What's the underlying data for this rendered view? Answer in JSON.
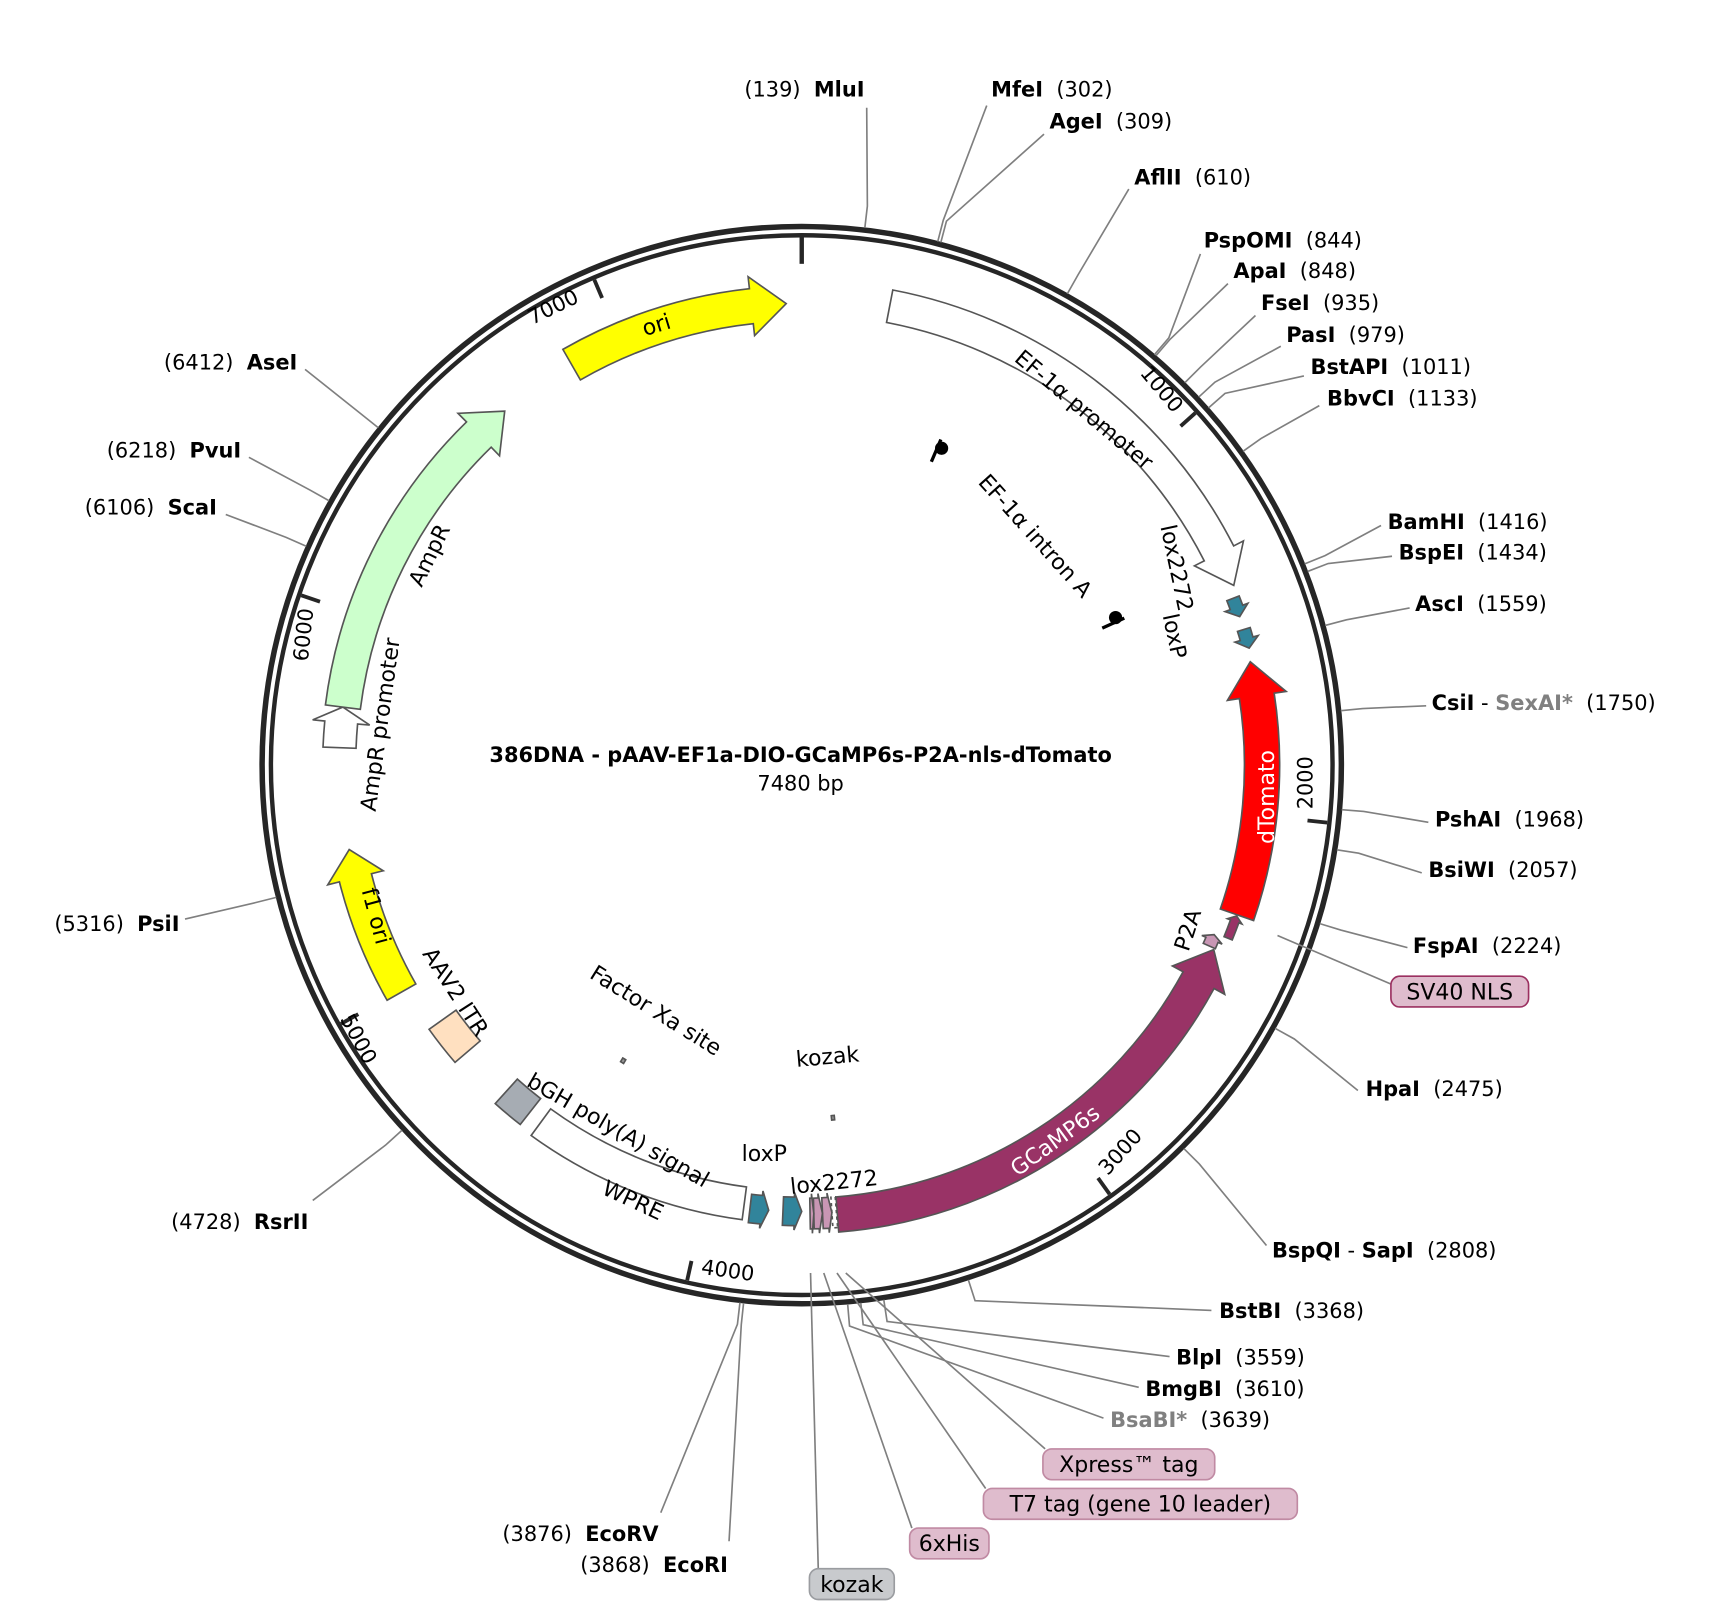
{
  "map": {
    "title": "386DNA - pAAV-EF1a-DIO-GCaMP6s-P2A-nls-dTomato",
    "length_label": "7480 bp",
    "length_bp": 7480
  },
  "ticks": [
    {
      "bp": 1000,
      "label": "1000"
    },
    {
      "bp": 2000,
      "label": "2000"
    },
    {
      "bp": 3000,
      "label": "3000"
    },
    {
      "bp": 4000,
      "label": "4000"
    },
    {
      "bp": 5000,
      "label": "5000"
    },
    {
      "bp": 6000,
      "label": "6000"
    },
    {
      "bp": 7000,
      "label": "7000"
    }
  ],
  "features": [
    {
      "name": "ori",
      "start": 6860,
      "end": 7440,
      "strand": 1,
      "color": "#ffff00"
    },
    {
      "name": "EF-1α promoter",
      "start": 225,
      "end": 1400,
      "strand": 1,
      "color": "#ffffff"
    },
    {
      "name": "EF-1α intron A",
      "start": 480,
      "end": 1360,
      "strand": 0,
      "color": "#000000"
    },
    {
      "name": "lox2272",
      "start": 1430,
      "end": 1480,
      "strand": 1,
      "color": "#31849b"
    },
    {
      "name": "loxP",
      "start": 1515,
      "end": 1565,
      "strand": 1,
      "color": "#31849b"
    },
    {
      "name": "dTomato",
      "start": 1600,
      "end": 2265,
      "strand": -1,
      "color": "#ff0000"
    },
    {
      "name": "P2A",
      "start": 2268,
      "end": 2330,
      "strand": -1,
      "color": "#993366"
    },
    {
      "name": "SV40 NLS",
      "start": 2335,
      "end": 2368,
      "strand": -1,
      "color": "#c896b4"
    },
    {
      "name": "GCaMP6s",
      "start": 2372,
      "end": 3646,
      "strand": -1,
      "color": "#993366"
    },
    {
      "name": "kozak",
      "start": 3648,
      "end": 3660,
      "strand": 0,
      "color": "#ffffff"
    },
    {
      "name": "Xpress™ tag",
      "start": 3660,
      "end": 3685,
      "strand": -1,
      "color": "#c896b4"
    },
    {
      "name": "T7 tag (gene 10 leader)",
      "start": 3685,
      "end": 3708,
      "strand": -1,
      "color": "#c896b4"
    },
    {
      "name": "6xHis",
      "start": 3708,
      "end": 3718,
      "strand": -1,
      "color": "#c896b4"
    },
    {
      "name": "lox2272",
      "start": 3740,
      "end": 3790,
      "strand": -1,
      "color": "#31849b"
    },
    {
      "name": "loxP",
      "start": 3828,
      "end": 3878,
      "strand": -1,
      "color": "#31849b"
    },
    {
      "name": "WPRE",
      "start": 3895,
      "end": 4490,
      "strand": 0,
      "color": "#ffffff"
    },
    {
      "name": "bGH poly(A) signal",
      "start": 4530,
      "end": 4615,
      "strand": 0,
      "color": "#a6acb3"
    },
    {
      "name": "Factor Xa site",
      "start": 4380,
      "end": 4392,
      "strand": 0,
      "color": "#999999"
    },
    {
      "name": "AAV2 ITR",
      "start": 4765,
      "end": 4875,
      "strand": 0,
      "color": "#ffe0c0"
    },
    {
      "name": "f1 ori",
      "start": 4995,
      "end": 5390,
      "strand": 1,
      "color": "#ffff00"
    },
    {
      "name": "AmpR promoter",
      "start": 5655,
      "end": 5760,
      "strand": 1,
      "color": "#ffffff"
    },
    {
      "name": "AmpR",
      "start": 5760,
      "end": 6650,
      "strand": 1,
      "color": "#ccffcc"
    },
    {
      "name": "kozak",
      "start": 3630,
      "end": 3640,
      "strand": 0,
      "color": "#999999"
    }
  ],
  "sites": [
    {
      "names": [
        {
          "text": "MluI"
        }
      ],
      "pos": 139
    },
    {
      "names": [
        {
          "text": "MfeI"
        }
      ],
      "pos": 302
    },
    {
      "names": [
        {
          "text": "AgeI"
        }
      ],
      "pos": 309
    },
    {
      "names": [
        {
          "text": "AflII"
        }
      ],
      "pos": 610
    },
    {
      "names": [
        {
          "text": "PspOMI"
        }
      ],
      "pos": 844
    },
    {
      "names": [
        {
          "text": "ApaI"
        }
      ],
      "pos": 848
    },
    {
      "names": [
        {
          "text": "FseI"
        }
      ],
      "pos": 935
    },
    {
      "names": [
        {
          "text": "PasI"
        }
      ],
      "pos": 979
    },
    {
      "names": [
        {
          "text": "BstAPI"
        }
      ],
      "pos": 1011
    },
    {
      "names": [
        {
          "text": "BbvCI"
        }
      ],
      "pos": 1133
    },
    {
      "names": [
        {
          "text": "BamHI"
        }
      ],
      "pos": 1416
    },
    {
      "names": [
        {
          "text": "BspEI"
        }
      ],
      "pos": 1434
    },
    {
      "names": [
        {
          "text": "AscI"
        }
      ],
      "pos": 1559
    },
    {
      "names": [
        {
          "text": "CsiI"
        },
        {
          "text": "SexAI*",
          "dim": true
        }
      ],
      "pos": 1750
    },
    {
      "names": [
        {
          "text": "PshAI"
        }
      ],
      "pos": 1968
    },
    {
      "names": [
        {
          "text": "BsiWI"
        }
      ],
      "pos": 2057
    },
    {
      "names": [
        {
          "text": "FspAI"
        }
      ],
      "pos": 2224
    },
    {
      "names": [
        {
          "text": "HpaI"
        }
      ],
      "pos": 2475
    },
    {
      "names": [
        {
          "text": "BspQI"
        },
        {
          "text": "SapI"
        }
      ],
      "pos": 2808
    },
    {
      "names": [
        {
          "text": "BstBI"
        }
      ],
      "pos": 3368
    },
    {
      "names": [
        {
          "text": "BlpI"
        }
      ],
      "pos": 3559
    },
    {
      "names": [
        {
          "text": "BmgBI"
        }
      ],
      "pos": 3610
    },
    {
      "names": [
        {
          "text": "BsaBI*",
          "dim": true
        }
      ],
      "pos": 3639
    },
    {
      "names": [
        {
          "text": "EcoRI"
        }
      ],
      "pos": 3868
    },
    {
      "names": [
        {
          "text": "EcoRV"
        }
      ],
      "pos": 3876
    },
    {
      "names": [
        {
          "text": "RsrII"
        }
      ],
      "pos": 4728
    },
    {
      "names": [
        {
          "text": "PsiI"
        }
      ],
      "pos": 5316
    },
    {
      "names": [
        {
          "text": "ScaI"
        }
      ],
      "pos": 6106
    },
    {
      "names": [
        {
          "text": "PvuI"
        }
      ],
      "pos": 6218
    },
    {
      "names": [
        {
          "text": "AseI"
        }
      ],
      "pos": 6412
    }
  ],
  "callouts": [
    {
      "label": "SV40 NLS",
      "bp": 2350,
      "color": "#dfbccd",
      "border": "#9b3060"
    },
    {
      "label": "Xpress™ tag",
      "bp": 3672,
      "color": "#dfbccd",
      "border": "#c08aa3"
    },
    {
      "label": "T7 tag (gene 10 leader)",
      "bp": 3696,
      "color": "#dfbccd",
      "border": "#c08aa3"
    },
    {
      "label": "6xHis",
      "bp": 3712,
      "color": "#dfbccd",
      "border": "#c08aa3"
    },
    {
      "label": "kozak",
      "bp": 3722,
      "color": "#c8cacd",
      "border": "#9a9ca0"
    }
  ]
}
